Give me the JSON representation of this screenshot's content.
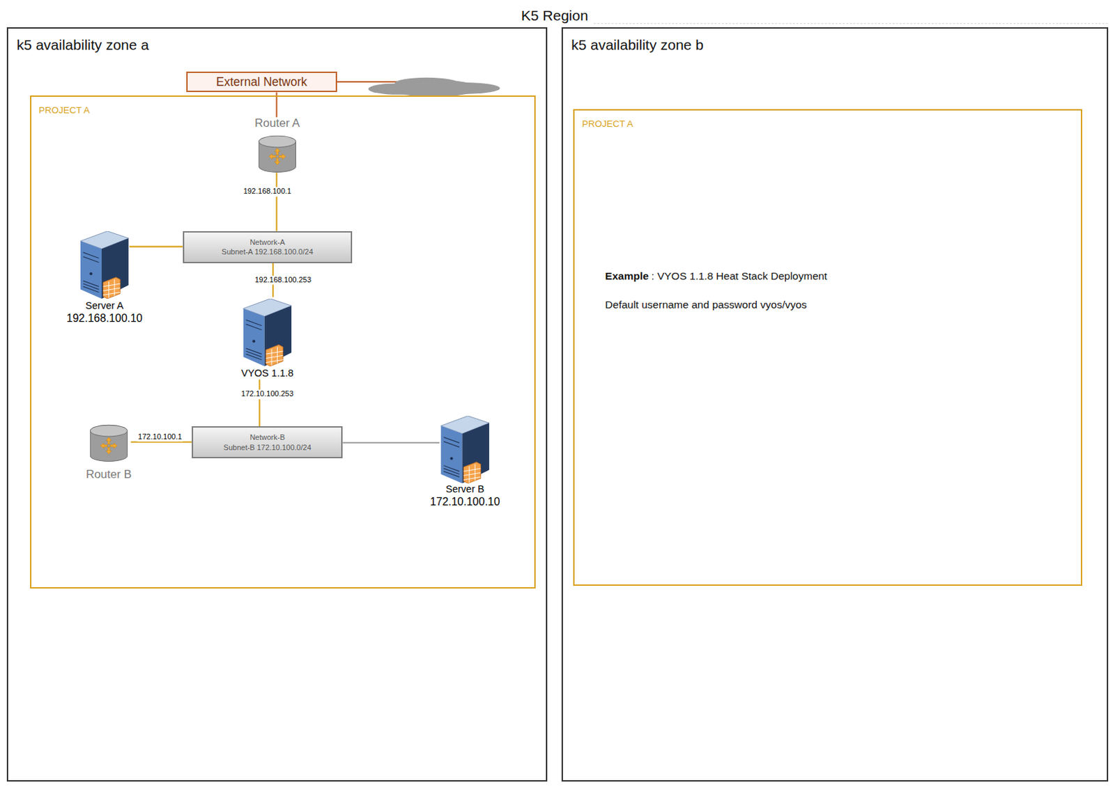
{
  "diagram": {
    "title": "K5 Region",
    "nodes": [
      {
        "text": [
          "k5 availability zone a"
        ]
      },
      {
        "text": [
          "External Network"
        ],
        "in": 0
      },
      {
        "text": [
          "PROJECT A"
        ],
        "in": 0
      },
      {
        "text": [
          "Router A"
        ],
        "in": 2
      },
      {
        "text": [
          "Network-A",
          "Subnet-A 192.168.100.0/24"
        ],
        "in": 2
      },
      {
        "text": [
          "Server A",
          "192.168.100.10"
        ],
        "in": 2
      },
      {
        "text": [
          "VYOS 1.1.8"
        ],
        "in": 2
      },
      {
        "text": [
          "Router B"
        ],
        "in": 2
      },
      {
        "text": [
          "Network-B",
          "Subnet-B 172.10.100.0/24"
        ],
        "in": 2
      },
      {
        "text": [
          "Server B",
          "172.10.100.10"
        ],
        "in": 2
      },
      {
        "text": [
          "k5 availability zone b"
        ]
      },
      {
        "text": [
          "PROJECT A"
        ],
        "in": 10
      }
    ],
    "edges": [
      {
        "from": 1,
        "to": 3,
        "arrow": "none"
      },
      {
        "from": 3,
        "to": 4,
        "label": "192.168.100.1",
        "arrow": "none"
      },
      {
        "from": 5,
        "to": 4,
        "arrow": "none"
      },
      {
        "from": 4,
        "to": 6,
        "label": "192.168.100.253",
        "arrow": "none"
      },
      {
        "from": 6,
        "to": 8,
        "label": "172.10.100.253",
        "arrow": "none"
      },
      {
        "from": 7,
        "to": 8,
        "label": "172.10.100.1",
        "arrow": "none"
      },
      {
        "from": 8,
        "to": 9,
        "arrow": "none"
      }
    ],
    "labels": [
      "Example",
      ": VYOS 1.1.8 Heat Stack Deployment",
      "Default username and password vyos/vyos"
    ]
  }
}
